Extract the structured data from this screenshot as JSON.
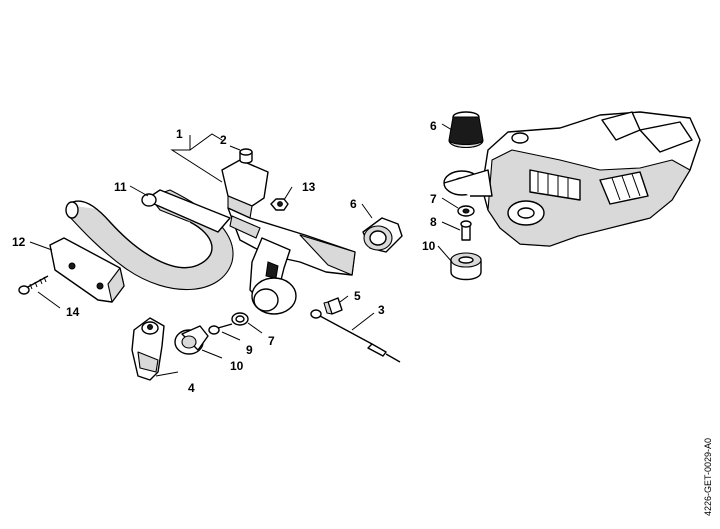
{
  "diagram_code": "4226-GET-0029-A0",
  "callouts": {
    "c1": "1",
    "c2": "2",
    "c3": "3",
    "c4": "4",
    "c5": "5",
    "c6a": "6",
    "c6b": "6",
    "c7a": "7",
    "c7b": "7",
    "c8": "8",
    "c9": "9",
    "c10a": "10",
    "c10b": "10",
    "c11": "11",
    "c12": "12",
    "c13": "13",
    "c14": "14"
  }
}
